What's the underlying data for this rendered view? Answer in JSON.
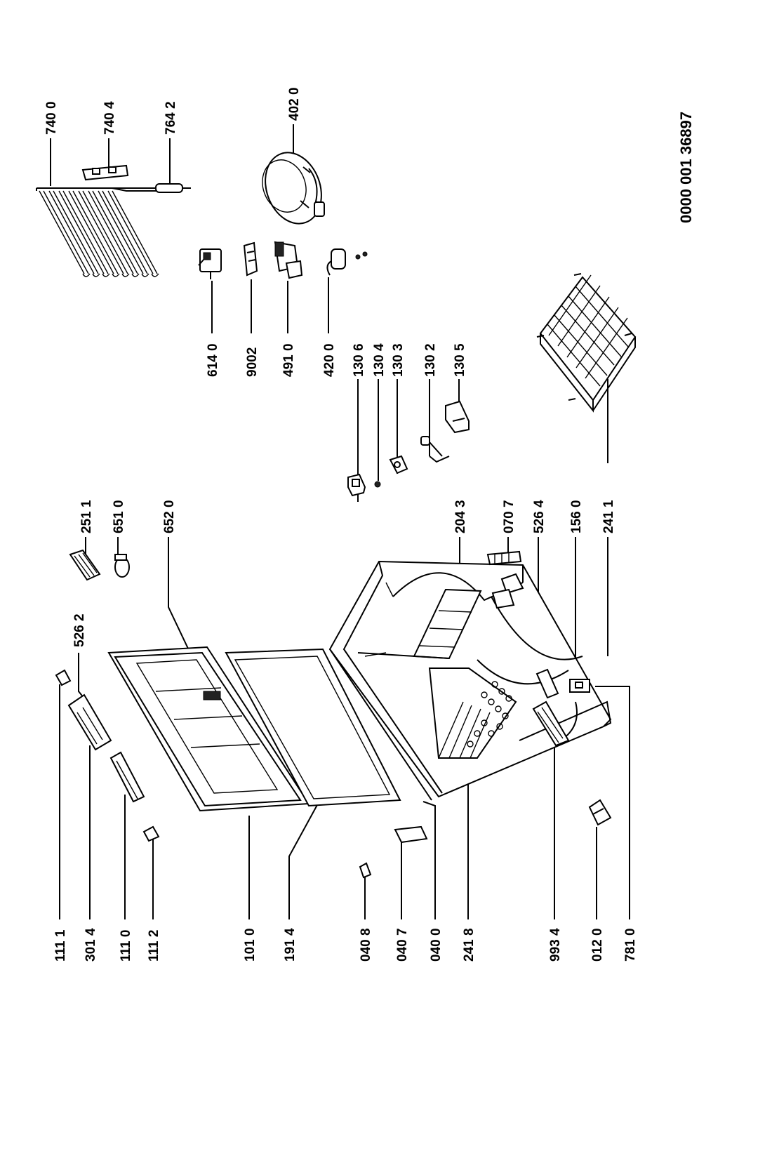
{
  "document_number": "0000 001 36897",
  "part_labels": [
    "740 0",
    "740 4",
    "764 2",
    "402 0",
    "614 0",
    "9002",
    "491 0",
    "420 0",
    "130 6",
    "130 4",
    "130 3",
    "130 2",
    "130 5",
    "251 1",
    "651 0",
    "652 0",
    "526 2",
    "204 3",
    "070 7",
    "526 4",
    "156 0",
    "241 1",
    "111 1",
    "301 4",
    "111 0",
    "111 2",
    "101 0",
    "191 4",
    "040 8",
    "040 7",
    "040 0",
    "241 8",
    "993 4",
    "012 0",
    "781 0"
  ]
}
